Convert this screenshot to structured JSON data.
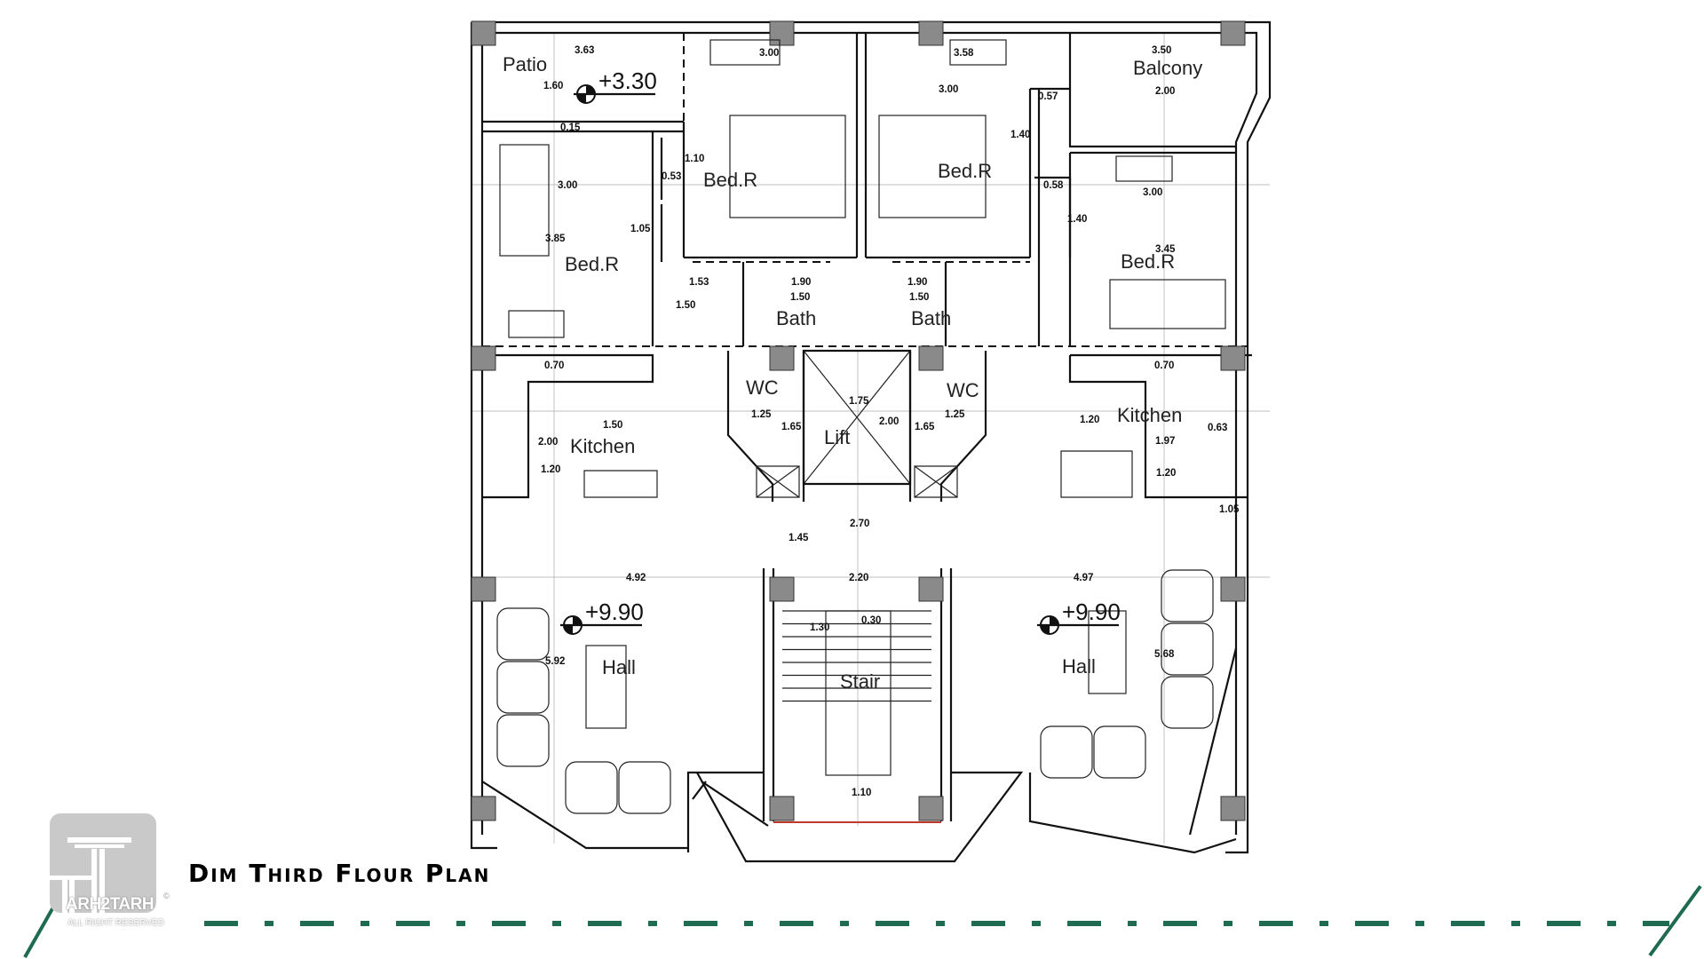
{
  "title": "Dim Third Flour Plan",
  "logo": {
    "name": "ARH2TARH",
    "subtitle": "ALL RIGHT RESERVED",
    "mark": "©"
  },
  "colors": {
    "accent": "#1e6b52",
    "line": "#111111",
    "column_hatch": "#8a8a8a",
    "stair_edge": "#c0392b"
  },
  "rooms": [
    "Patio",
    "Bed.R",
    "Bed.R",
    "Balcony",
    "Bed.R",
    "Bed.R",
    "Bath",
    "Bath",
    "WC",
    "Lift",
    "WC",
    "Kitchen",
    "Kitchen",
    "Hall",
    "Stair",
    "Hall"
  ],
  "levels": [
    "+3.30",
    "+9.90",
    "+9.90"
  ],
  "dimensions": [
    "3.63",
    "1.60",
    "3.00",
    "3.58",
    "3.50",
    "3.00",
    "2.00",
    "0.57",
    "0.15",
    "1.10",
    "0.53",
    "1.40",
    "0.58",
    "3.00",
    "3.00",
    "1.05",
    "1.40",
    "3.85",
    "3.45",
    "1.53",
    "1.90",
    "1.90",
    "1.50",
    "1.50",
    "1.50",
    "0.70",
    "0.70",
    "1.75",
    "1.25",
    "1.65",
    "2.00",
    "1.65",
    "1.25",
    "1.20",
    "1.50",
    "1.97",
    "0.63",
    "2.00",
    "1.20",
    "1.20",
    "1.05",
    "2.70",
    "1.45",
    "4.92",
    "2.20",
    "4.97",
    "1.30",
    "0.30",
    "5.92",
    "5.68",
    "1.10"
  ]
}
